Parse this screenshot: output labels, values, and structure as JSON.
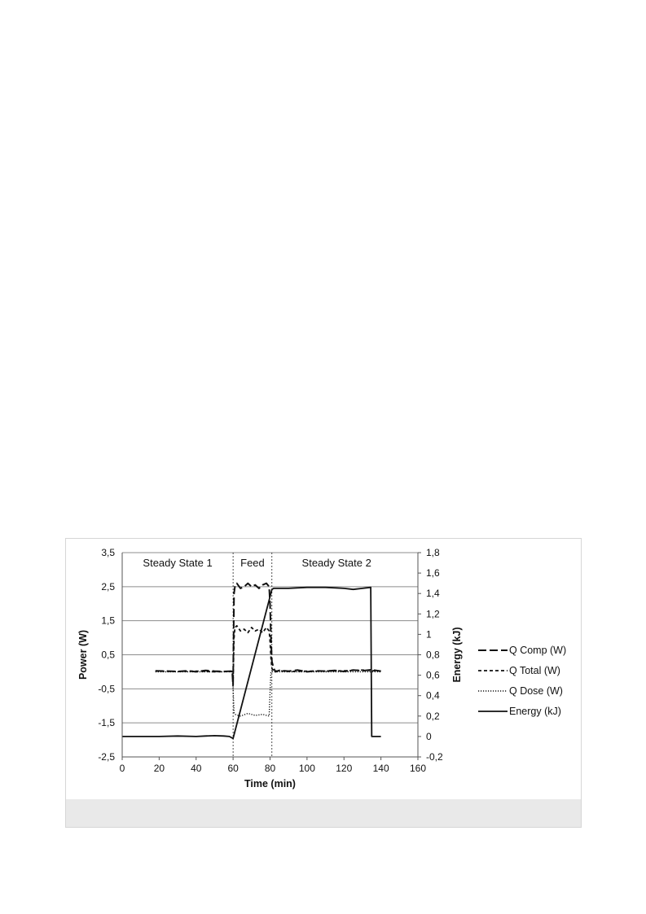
{
  "chart_data": {
    "type": "line",
    "title": "",
    "xlabel": "Time (min)",
    "ylabel": "Power (W)",
    "y2label": "Energy (kJ)",
    "xlim": [
      0,
      160
    ],
    "ylim": [
      -2.5,
      3.5
    ],
    "y2lim": [
      -0.2,
      1.8
    ],
    "x_ticks": [
      "0",
      "20",
      "40",
      "60",
      "80",
      "100",
      "120",
      "140",
      "160"
    ],
    "y_ticks": [
      "-2,5",
      "-1,5",
      "-0,5",
      "0,5",
      "1,5",
      "2,5",
      "3,5"
    ],
    "y2_ticks": [
      "-0,2",
      "0",
      "0,2",
      "0,4",
      "0,6",
      "0,8",
      "1",
      "1,2",
      "1,4",
      "1,6",
      "1,8"
    ],
    "grid": "horizontal",
    "legend_position": "right",
    "phase_boundaries": [
      60,
      81
    ],
    "regions": [
      {
        "label": "Steady State 1",
        "x": 30
      },
      {
        "label": "Feed",
        "x": 70.5
      },
      {
        "label": "Steady State 2",
        "x": 116
      }
    ],
    "series": [
      {
        "name": "Q Comp (W)",
        "axis": "left",
        "style": "long-dash",
        "x": [
          18,
          25,
          30,
          35,
          40,
          45,
          50,
          55,
          59.5,
          60,
          60.5,
          61,
          62,
          64,
          66,
          68,
          70,
          72,
          74,
          76,
          78,
          79.5,
          80,
          80.5,
          81,
          82,
          83,
          85,
          90,
          95,
          100,
          105,
          110,
          115,
          120,
          125,
          130,
          135,
          140
        ],
        "y": [
          0.03,
          0.02,
          0.01,
          0.03,
          0.0,
          0.04,
          0.02,
          0.01,
          0.02,
          -0.4,
          2.3,
          2.5,
          2.6,
          2.45,
          2.5,
          2.6,
          2.5,
          2.55,
          2.45,
          2.55,
          2.6,
          2.5,
          2.0,
          1.0,
          0.3,
          0.1,
          0.0,
          0.04,
          0.02,
          0.05,
          0.0,
          0.03,
          0.02,
          0.04,
          0.01,
          0.05,
          0.03,
          0.06,
          0.02
        ]
      },
      {
        "name": "Q Total (W)",
        "axis": "left",
        "style": "short-dash",
        "x": [
          18,
          30,
          40,
          50,
          59.5,
          60,
          60.5,
          61,
          62,
          64,
          66,
          68,
          70,
          72,
          74,
          76,
          78,
          79.5,
          80,
          80.5,
          81,
          82,
          85,
          90,
          100,
          110,
          120,
          130,
          140
        ],
        "y": [
          0.02,
          0.01,
          0.02,
          0.0,
          0.01,
          -0.3,
          1.0,
          1.3,
          1.35,
          1.2,
          1.25,
          1.15,
          1.3,
          1.2,
          1.25,
          1.15,
          1.3,
          1.2,
          0.9,
          0.4,
          0.1,
          0.02,
          0.03,
          0.01,
          0.02,
          0.02,
          0.03,
          0.05,
          0.02
        ]
      },
      {
        "name": "Q Dose (W)",
        "axis": "left",
        "style": "dotted",
        "x": [
          18,
          59.5,
          60,
          60.5,
          61,
          64,
          68,
          72,
          76,
          79.5,
          80,
          80.5,
          81,
          85,
          100,
          120,
          140
        ],
        "y": [
          0.0,
          0.0,
          -0.5,
          -1.2,
          -1.25,
          -1.3,
          -1.22,
          -1.28,
          -1.25,
          -1.3,
          -0.6,
          0.0,
          0.0,
          0.0,
          0.0,
          0.0,
          0.0
        ]
      },
      {
        "name": "Energy (kJ)",
        "axis": "right",
        "style": "solid",
        "x": [
          0,
          10,
          20,
          30,
          40,
          45,
          50,
          55,
          58,
          60,
          81,
          82,
          85,
          90,
          100,
          110,
          120,
          125,
          130,
          134.5,
          135,
          137,
          140
        ],
        "y": [
          0.0,
          0.0,
          0.0,
          0.005,
          0.0,
          0.005,
          0.008,
          0.005,
          0.0,
          -0.02,
          1.44,
          1.45,
          1.45,
          1.45,
          1.46,
          1.46,
          1.45,
          1.44,
          1.45,
          1.46,
          0.0,
          0.0,
          0.0
        ]
      }
    ]
  }
}
